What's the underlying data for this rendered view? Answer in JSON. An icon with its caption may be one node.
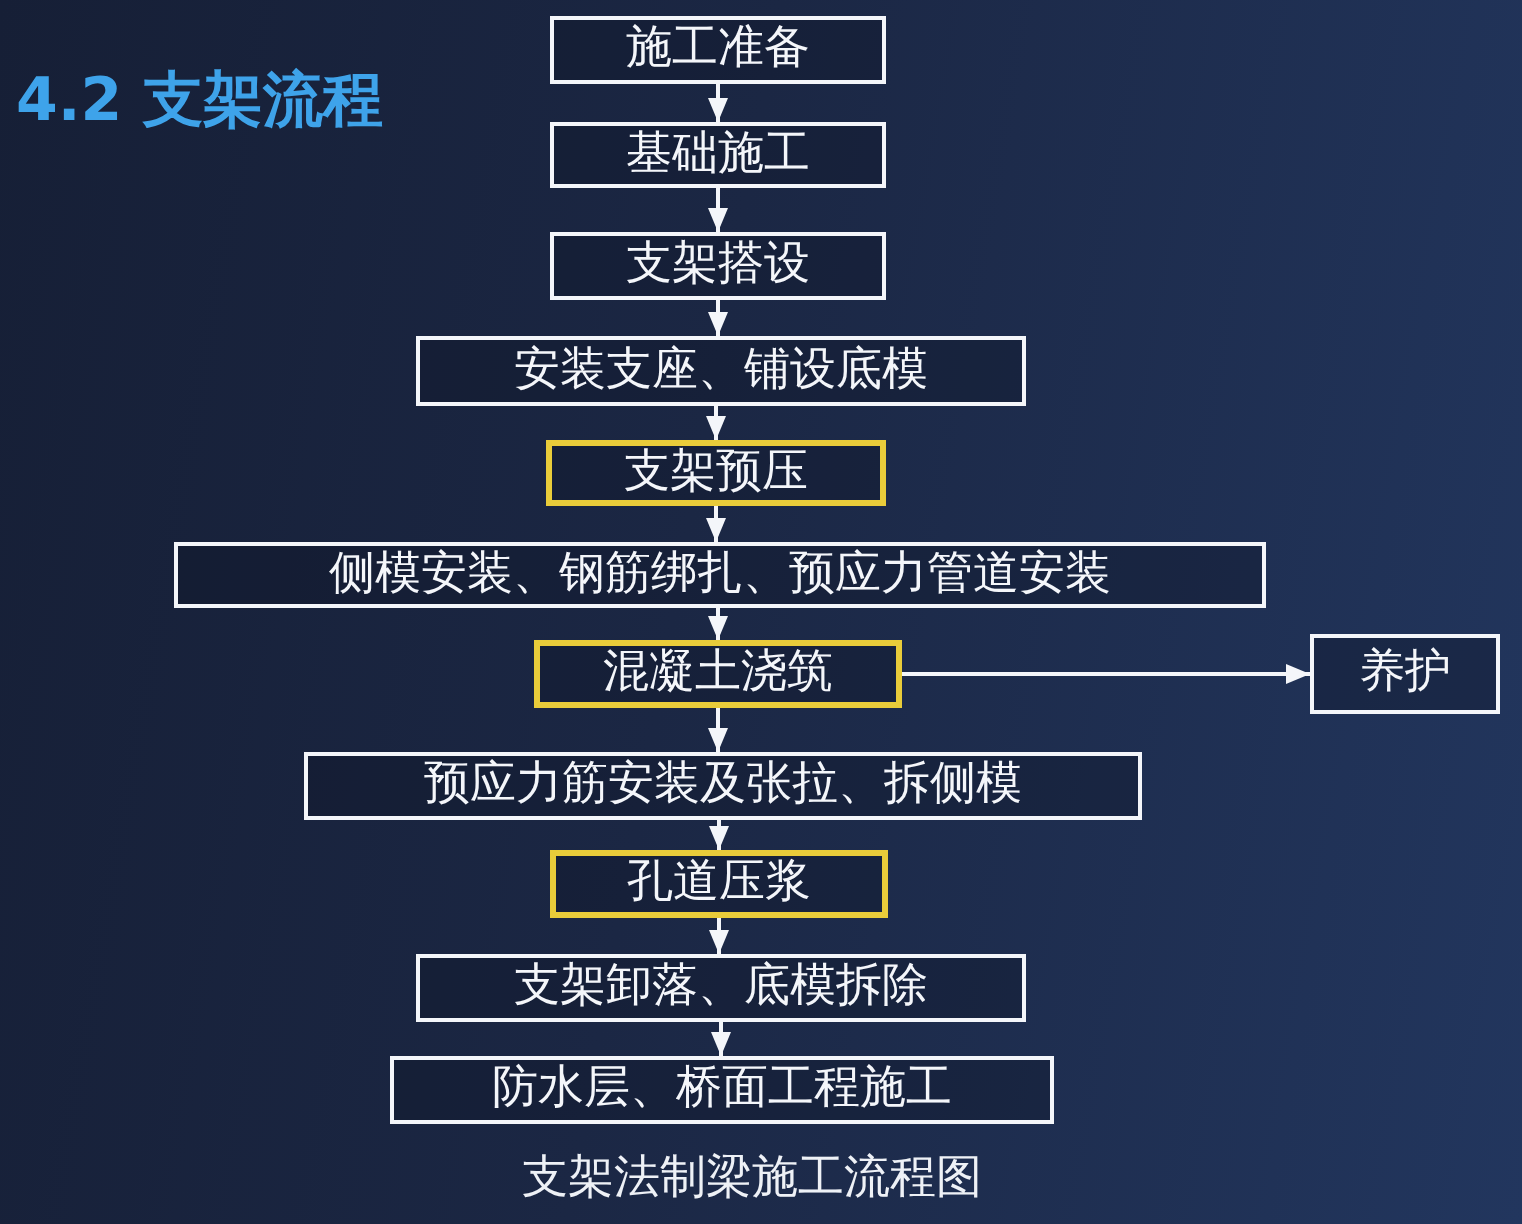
{
  "diagram": {
    "title": "4.2 支架流程",
    "caption": "支架法制梁施工流程图",
    "nodes": [
      {
        "text": [
          "施工准备"
        ]
      },
      {
        "text": [
          "基础施工"
        ]
      },
      {
        "text": [
          "支架搭设"
        ]
      },
      {
        "text": [
          "安装支座、铺设底模"
        ]
      },
      {
        "text": [
          "支架预压"
        ]
      },
      {
        "text": [
          "侧模安装、钢筋绑扎、预应力管道安装"
        ]
      },
      {
        "text": [
          "混凝土浇筑"
        ]
      },
      {
        "text": [
          "养护"
        ]
      },
      {
        "text": [
          "预应力筋安装及张拉、拆侧模"
        ]
      },
      {
        "text": [
          "孔道压浆"
        ]
      },
      {
        "text": [
          "支架卸落、底模拆除"
        ]
      },
      {
        "text": [
          "防水层、桥面工程施工"
        ]
      }
    ],
    "edges": [
      {
        "from": 0,
        "to": 1,
        "arrow": "to"
      },
      {
        "from": 1,
        "to": 2,
        "arrow": "to"
      },
      {
        "from": 2,
        "to": 3,
        "arrow": "to"
      },
      {
        "from": 3,
        "to": 4,
        "arrow": "to"
      },
      {
        "from": 4,
        "to": 5,
        "arrow": "to"
      },
      {
        "from": 5,
        "to": 6,
        "arrow": "to"
      },
      {
        "from": 6,
        "to": 7,
        "arrow": "to"
      },
      {
        "from": 6,
        "to": 8,
        "arrow": "to"
      },
      {
        "from": 8,
        "to": 9,
        "arrow": "to"
      },
      {
        "from": 9,
        "to": 10,
        "arrow": "to"
      },
      {
        "from": 10,
        "to": 11,
        "arrow": "to"
      }
    ]
  }
}
